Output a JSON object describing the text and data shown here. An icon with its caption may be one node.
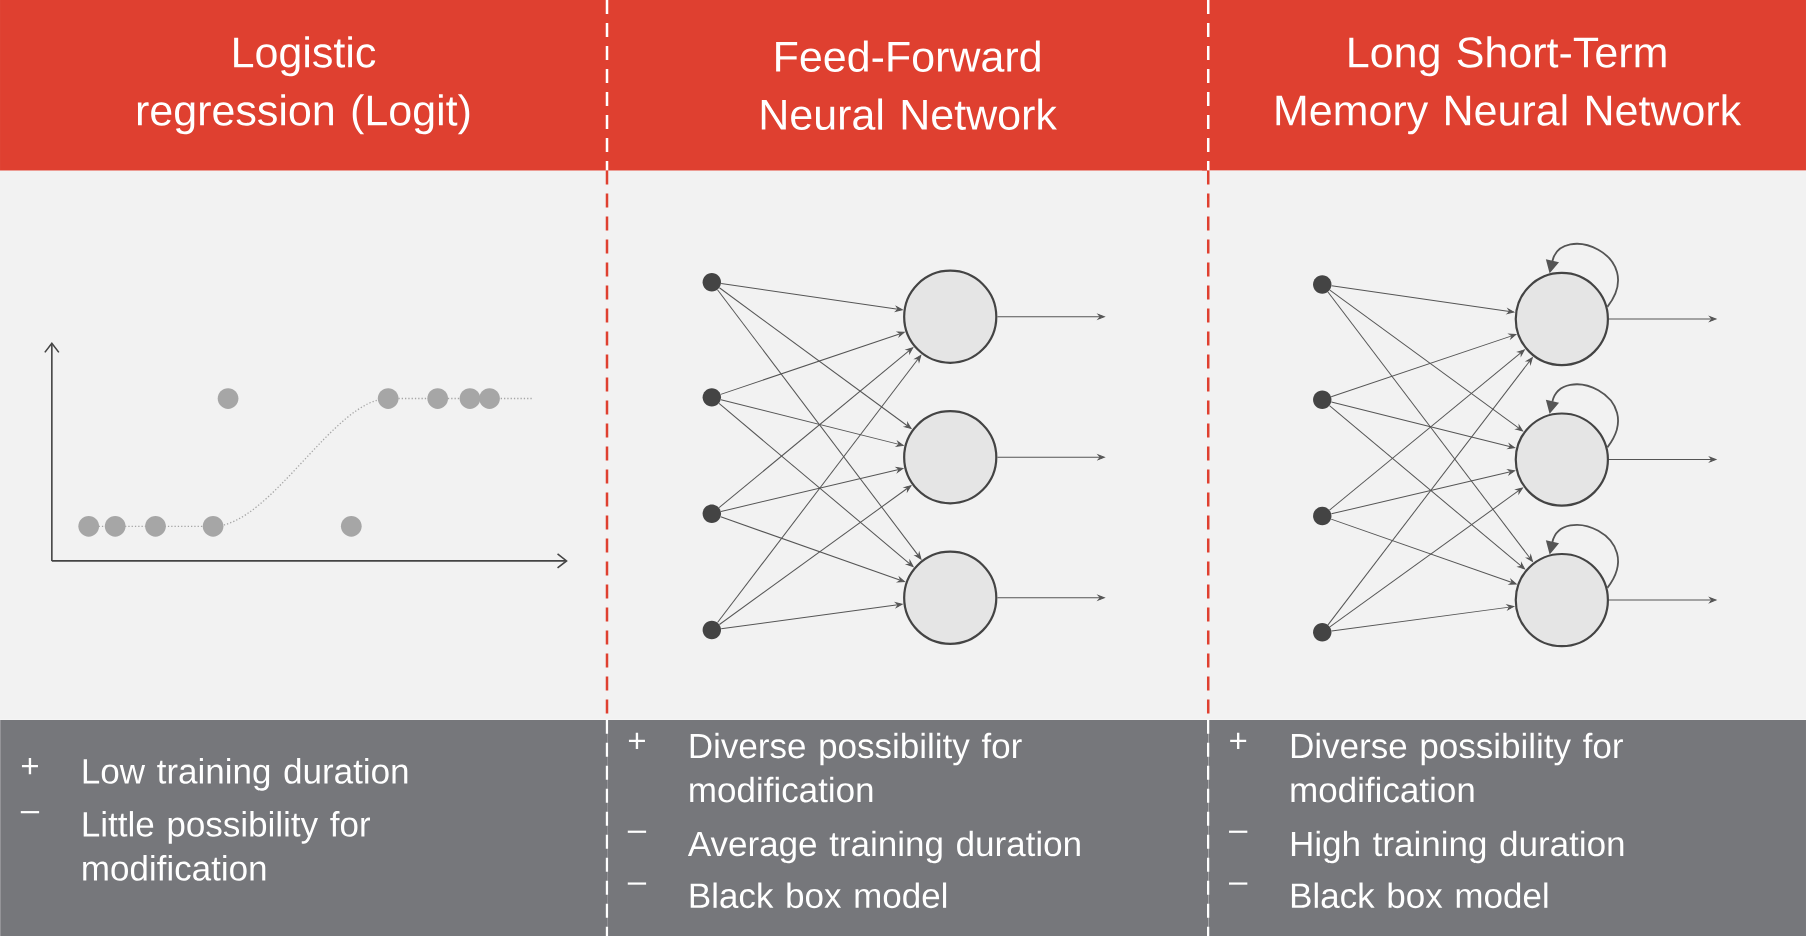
{
  "diagram": {
    "nodes": [
      {
        "text": [
          "Logistic regression (Logit)"
        ]
      },
      {
        "text": [
          "Feed-Forward Neural Network"
        ]
      },
      {
        "text": [
          "Long Short-Term Memory Neural Network"
        ]
      },
      {
        "text": [
          "+",
          "Low training duration",
          "–",
          "Little possibility for modification"
        ]
      },
      {
        "text": [
          "+",
          "Diverse possibility for modification",
          "–",
          "Average training duration",
          "–",
          "Black box model"
        ]
      },
      {
        "text": [
          "+",
          "Diverse possibility for modification",
          "–",
          "High training duration",
          "–",
          "Black box model"
        ]
      },
      {
        "text": [],
        "shape": "circle"
      },
      {
        "text": [],
        "shape": "circle"
      },
      {
        "text": [],
        "shape": "circle"
      },
      {
        "text": [],
        "shape": "circle"
      },
      {
        "text": [],
        "shape": "circle"
      },
      {
        "text": [],
        "shape": "circle"
      },
      {
        "text": [],
        "shape": "circle"
      },
      {
        "text": [],
        "shape": "circle"
      },
      {
        "text": [],
        "shape": "circle"
      },
      {
        "text": [],
        "shape": "circle"
      },
      {
        "text": [],
        "shape": "circle"
      },
      {
        "text": [],
        "shape": "circle"
      },
      {
        "text": [],
        "shape": "circle"
      },
      {
        "text": [],
        "shape": "circle"
      }
    ],
    "edges": [
      {
        "from": 6,
        "to": 10,
        "arrow": "to"
      },
      {
        "from": 6,
        "to": 11,
        "arrow": "to"
      },
      {
        "from": 6,
        "to": 12,
        "arrow": "to"
      },
      {
        "from": 7,
        "to": 10,
        "arrow": "to"
      },
      {
        "from": 7,
        "to": 11,
        "arrow": "to"
      },
      {
        "from": 7,
        "to": 12,
        "arrow": "to"
      },
      {
        "from": 8,
        "to": 10,
        "arrow": "to"
      },
      {
        "from": 8,
        "to": 11,
        "arrow": "to"
      },
      {
        "from": 8,
        "to": 12,
        "arrow": "to"
      },
      {
        "from": 9,
        "to": 10,
        "arrow": "to"
      },
      {
        "from": 9,
        "to": 11,
        "arrow": "to"
      },
      {
        "from": 9,
        "to": 12,
        "arrow": "to"
      },
      {
        "from": 10,
        "to": null,
        "arrow": "to"
      },
      {
        "from": 11,
        "to": null,
        "arrow": "to"
      },
      {
        "from": 12,
        "to": null,
        "arrow": "to"
      },
      {
        "from": 13,
        "to": 17,
        "arrow": "to"
      },
      {
        "from": 13,
        "to": 18,
        "arrow": "to"
      },
      {
        "from": 13,
        "to": 19,
        "arrow": "to"
      },
      {
        "from": 14,
        "to": 17,
        "arrow": "to"
      },
      {
        "from": 14,
        "to": 18,
        "arrow": "to"
      },
      {
        "from": 14,
        "to": 19,
        "arrow": "to"
      },
      {
        "from": 15,
        "to": 17,
        "arrow": "to"
      },
      {
        "from": 15,
        "to": 18,
        "arrow": "to"
      },
      {
        "from": 15,
        "to": 19,
        "arrow": "to"
      },
      {
        "from": 16,
        "to": 17,
        "arrow": "to"
      },
      {
        "from": 16,
        "to": 18,
        "arrow": "to"
      },
      {
        "from": 16,
        "to": 19,
        "arrow": "to"
      },
      {
        "from": 17,
        "to": null,
        "arrow": "to"
      },
      {
        "from": 18,
        "to": null,
        "arrow": "to"
      },
      {
        "from": 19,
        "to": null,
        "arrow": "to"
      },
      {
        "from": 17,
        "to": 17,
        "arrow": "to"
      },
      {
        "from": 18,
        "to": 18,
        "arrow": "to"
      },
      {
        "from": 19,
        "to": 19,
        "arrow": "to"
      }
    ]
  }
}
